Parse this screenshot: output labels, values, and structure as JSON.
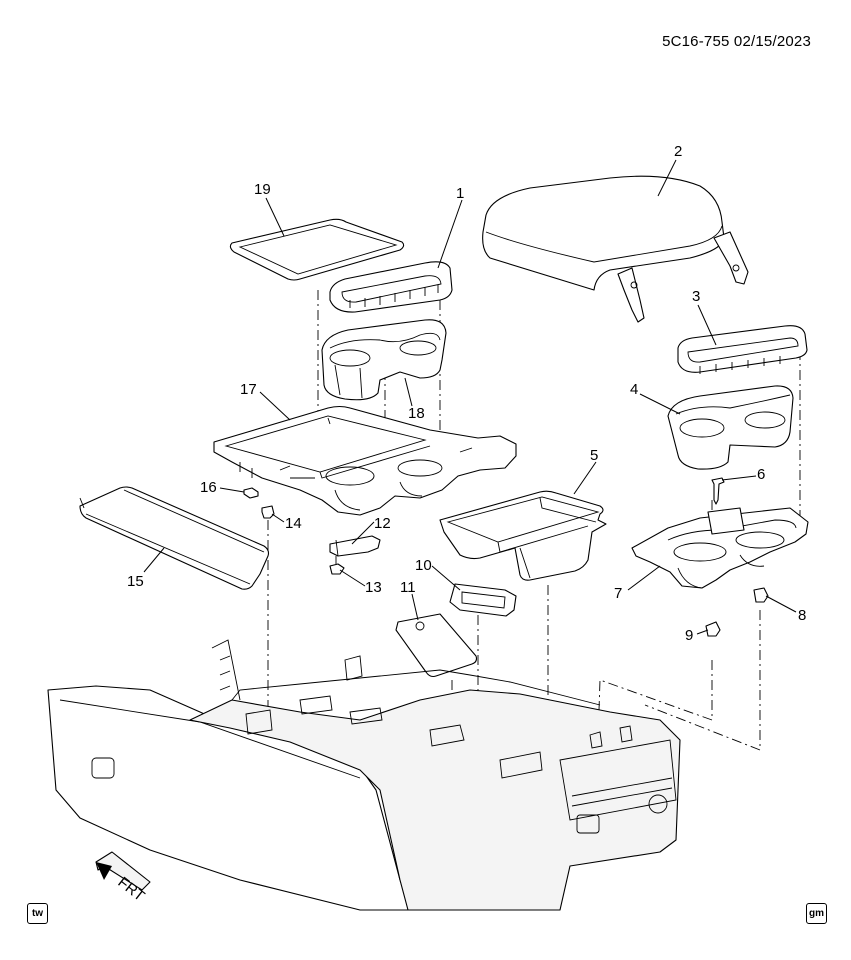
{
  "header": {
    "document_code": "5C16-755 02/15/2023"
  },
  "callouts": [
    "1",
    "2",
    "3",
    "4",
    "5",
    "6",
    "7",
    "8",
    "9",
    "10",
    "11",
    "12",
    "13",
    "14",
    "15",
    "16",
    "17",
    "18",
    "19"
  ],
  "orientation": {
    "label": "FRT"
  },
  "badges": {
    "left": "tw",
    "right": "gm"
  }
}
